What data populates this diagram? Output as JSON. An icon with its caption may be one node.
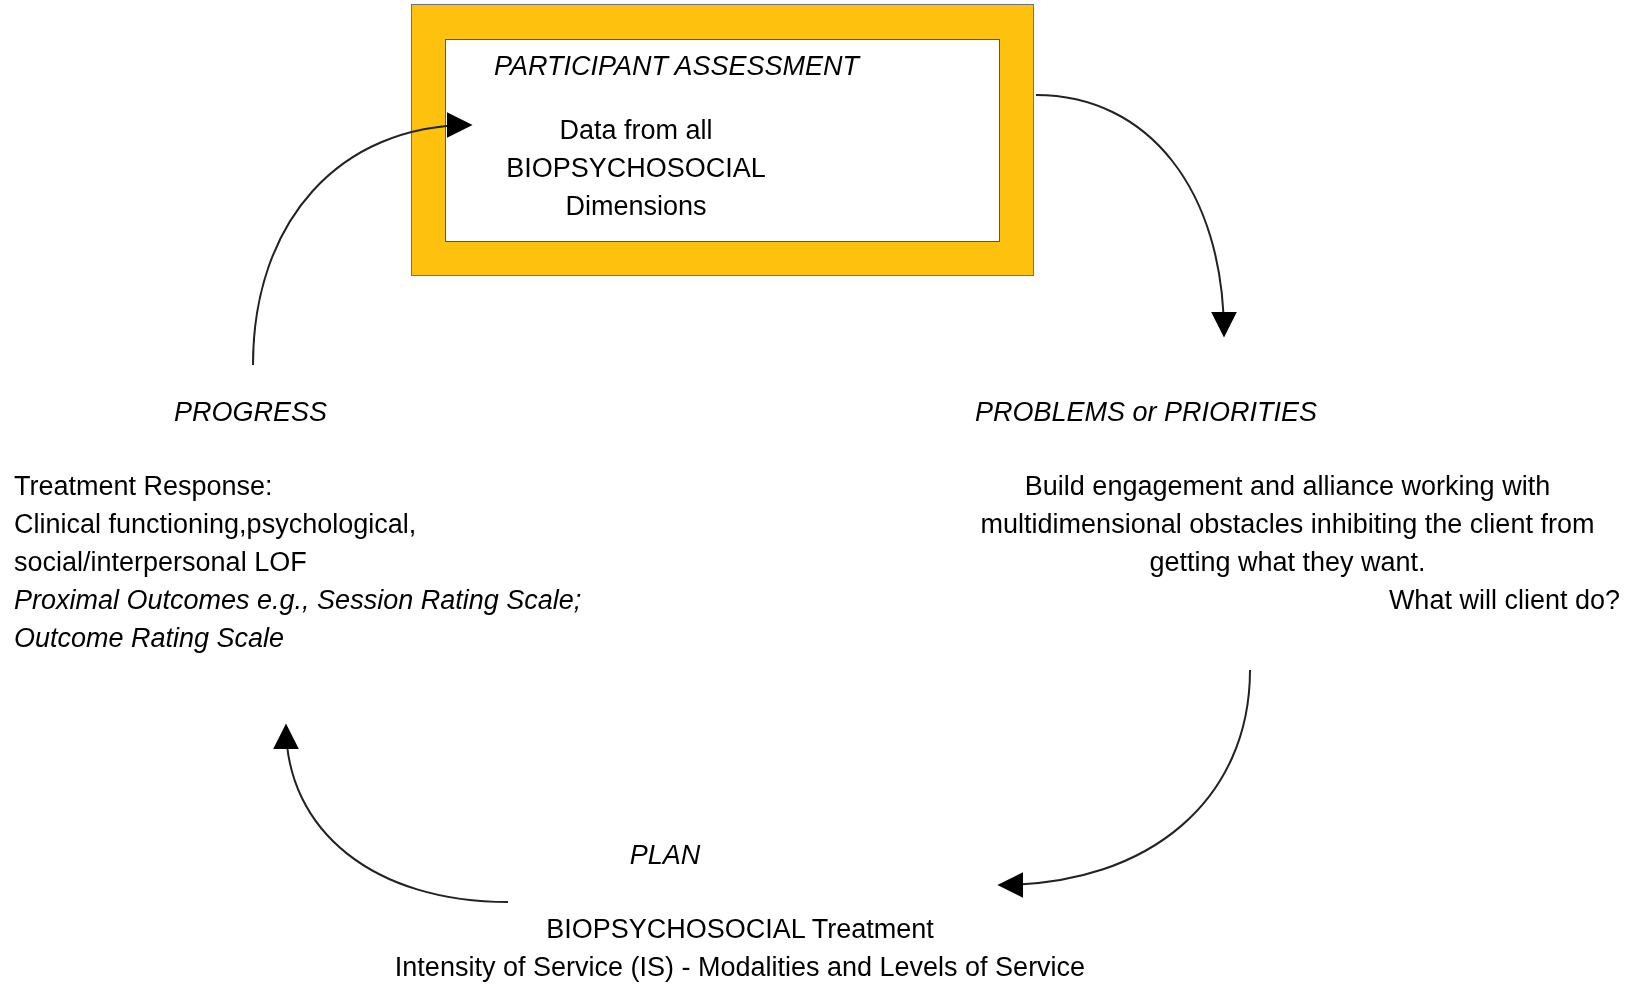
{
  "diagram": {
    "nodes": [
      {
        "text": [
          "PARTICIPANT ASSESSMENT",
          "Data from all BIOPSYCHOSOCIAL Dimensions"
        ]
      },
      {
        "text": [
          "PROBLEMS or PRIORITIES",
          "Build engagement and alliance working with multidimensional obstacles inhibiting the client from getting what they want.",
          "What will client do?"
        ]
      },
      {
        "text": [
          "PLAN",
          "BIOPSYCHOSOCIAL Treatment",
          "Intensity of Service (IS) - Modalities and Levels of Service"
        ]
      },
      {
        "text": [
          "PROGRESS",
          "Treatment Response:",
          "Clinical functioning,psychological, social/interpersonal LOF",
          "*Proximal Outcomes e.g., Session Rating Scale; Outcome Rating Scale*"
        ]
      }
    ],
    "edges": [
      {
        "from": 0,
        "to": 1,
        "arrow": "to"
      },
      {
        "from": 1,
        "to": 2,
        "arrow": "to"
      },
      {
        "from": 2,
        "to": 3,
        "arrow": "to"
      },
      {
        "from": 3,
        "to": 0,
        "arrow": "to"
      }
    ]
  }
}
